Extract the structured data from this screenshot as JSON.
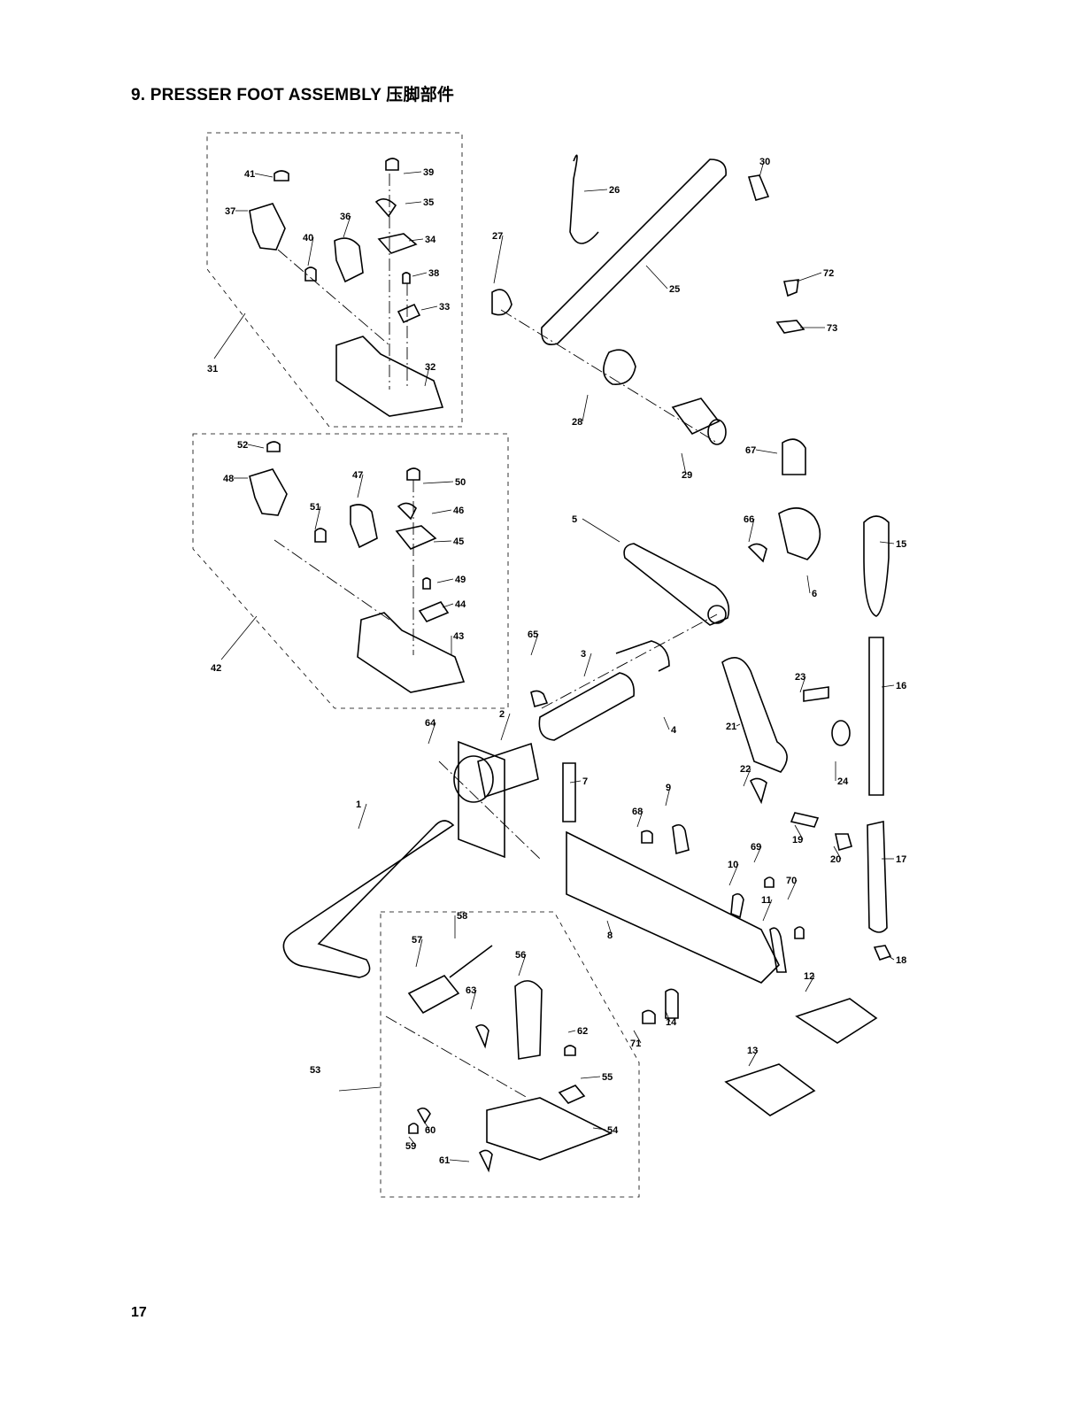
{
  "title": "9. PRESSER FOOT ASSEMBLY 压脚部件",
  "page_number": "17",
  "diagram": {
    "labels": [
      "1",
      "2",
      "3",
      "4",
      "5",
      "6",
      "7",
      "8",
      "9",
      "10",
      "11",
      "12",
      "13",
      "14",
      "15",
      "16",
      "17",
      "18",
      "19",
      "20",
      "21",
      "22",
      "23",
      "24",
      "25",
      "26",
      "27",
      "28",
      "29",
      "30",
      "31",
      "32",
      "33",
      "34",
      "35",
      "36",
      "37",
      "38",
      "39",
      "40",
      "41",
      "42",
      "43",
      "44",
      "45",
      "46",
      "47",
      "48",
      "49",
      "50",
      "51",
      "52",
      "53",
      "54",
      "55",
      "56",
      "57",
      "58",
      "59",
      "60",
      "61",
      "62",
      "63",
      "64",
      "65",
      "66",
      "67",
      "68",
      "69",
      "70",
      "71",
      "72",
      "73"
    ]
  }
}
